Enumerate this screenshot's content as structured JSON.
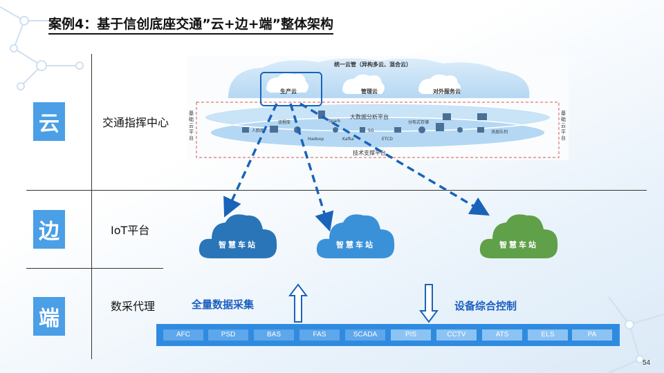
{
  "title": "案例4：基于信创底座交通”云+边+端”整体架构",
  "tiers": [
    {
      "char": "云",
      "label": "交通指挥中心"
    },
    {
      "char": "边",
      "label": "IoT平台"
    },
    {
      "char": "端",
      "label": "数采代理"
    }
  ],
  "cloud_panel": {
    "header": "统一云管（异构多云、混合云）",
    "clouds": [
      "生产云",
      "管理云",
      "对外服务云"
    ],
    "middle_layer": "大数据分析平台",
    "bottom_layer": "技术支撑平台",
    "side_left": "基础云平台",
    "side_right": "基础云平台",
    "items": [
      "人脸库",
      "流程库",
      "Hadoop",
      "Spark",
      "Kafka",
      "5G",
      "ETCD",
      "分布式存储",
      "消息队列"
    ]
  },
  "stations": [
    {
      "label": "智慧车站",
      "color": "#2a75b8"
    },
    {
      "label": "智慧车站",
      "color": "#3b91d8"
    },
    {
      "label": "智慧车站",
      "color": "#5fa048"
    }
  ],
  "flows": {
    "up": "全量数据采集",
    "down": "设备综合控制"
  },
  "devices_left": [
    "AFC",
    "PSD",
    "BAS",
    "FAS",
    "SCADA"
  ],
  "devices_right": [
    "PIS",
    "CCTV",
    "ATS",
    "ELS",
    "PA"
  ],
  "page_number": "54",
  "colors": {
    "tier_box": "#4a9fe6",
    "accent_text": "#1d5fbf",
    "arrow": "#1a63b8",
    "device_bar": "#2f8be0"
  }
}
